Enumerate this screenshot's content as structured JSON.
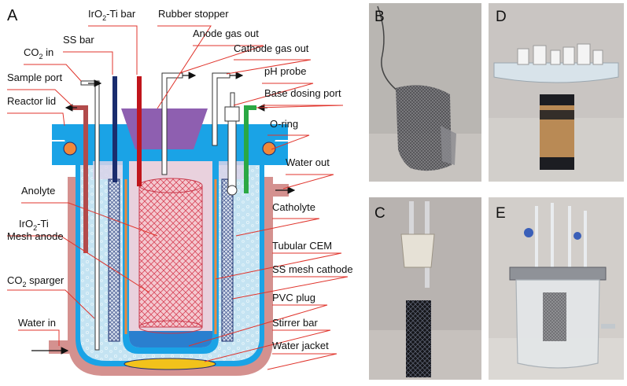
{
  "panels": {
    "A": "A",
    "B": "B",
    "C": "C",
    "D": "D",
    "E": "E"
  },
  "labels": {
    "iro2_bar_pre": "IrO",
    "iro2_bar_sub": "2",
    "iro2_bar_post": "-Ti bar",
    "rubber_stopper": "Rubber stopper",
    "ss_bar": "SS bar",
    "anode_gas_out": "Anode gas out",
    "co2_in_pre": "CO",
    "co2_in_sub": "2",
    "co2_in_post": " in",
    "cathode_gas_out": "Cathode gas out",
    "sample_port": "Sample port",
    "ph_probe": "pH probe",
    "base_dosing_port": "Base dosing port",
    "reactor_lid": "Reactor lid",
    "o_ring": "O-ring",
    "water_out": "Water out",
    "anolyte": "Anolyte",
    "catholyte": "Catholyte",
    "mesh_anode_line1_pre": "IrO",
    "mesh_anode_line1_sub": "2",
    "mesh_anode_line1_post": "-Ti",
    "mesh_anode_line2": "Mesh anode",
    "tubular_cem": "Tubular CEM",
    "ss_mesh_cathode": "SS mesh cathode",
    "co2_sparger_pre": "CO",
    "co2_sparger_sub": "2",
    "co2_sparger_post": " sparger",
    "pvc_plug": "PVC plug",
    "water_in": "Water in",
    "stirrer_bar": "Stirrer bar",
    "water_jacket": "Water jacket"
  },
  "colors": {
    "leader": "#e0342c",
    "jacket": "#d4918f",
    "vessel_blue": "#1aa3e6",
    "liquid": "#c9e6f3",
    "stopper": "#8e5fb0",
    "anode_bar": "#c0151b",
    "ss_bar": "#1a2d6e",
    "sparger": "#b24b4b",
    "base_port": "#2aa843",
    "stirrer": "#f2c21b",
    "o_ring": "#f0883a"
  }
}
